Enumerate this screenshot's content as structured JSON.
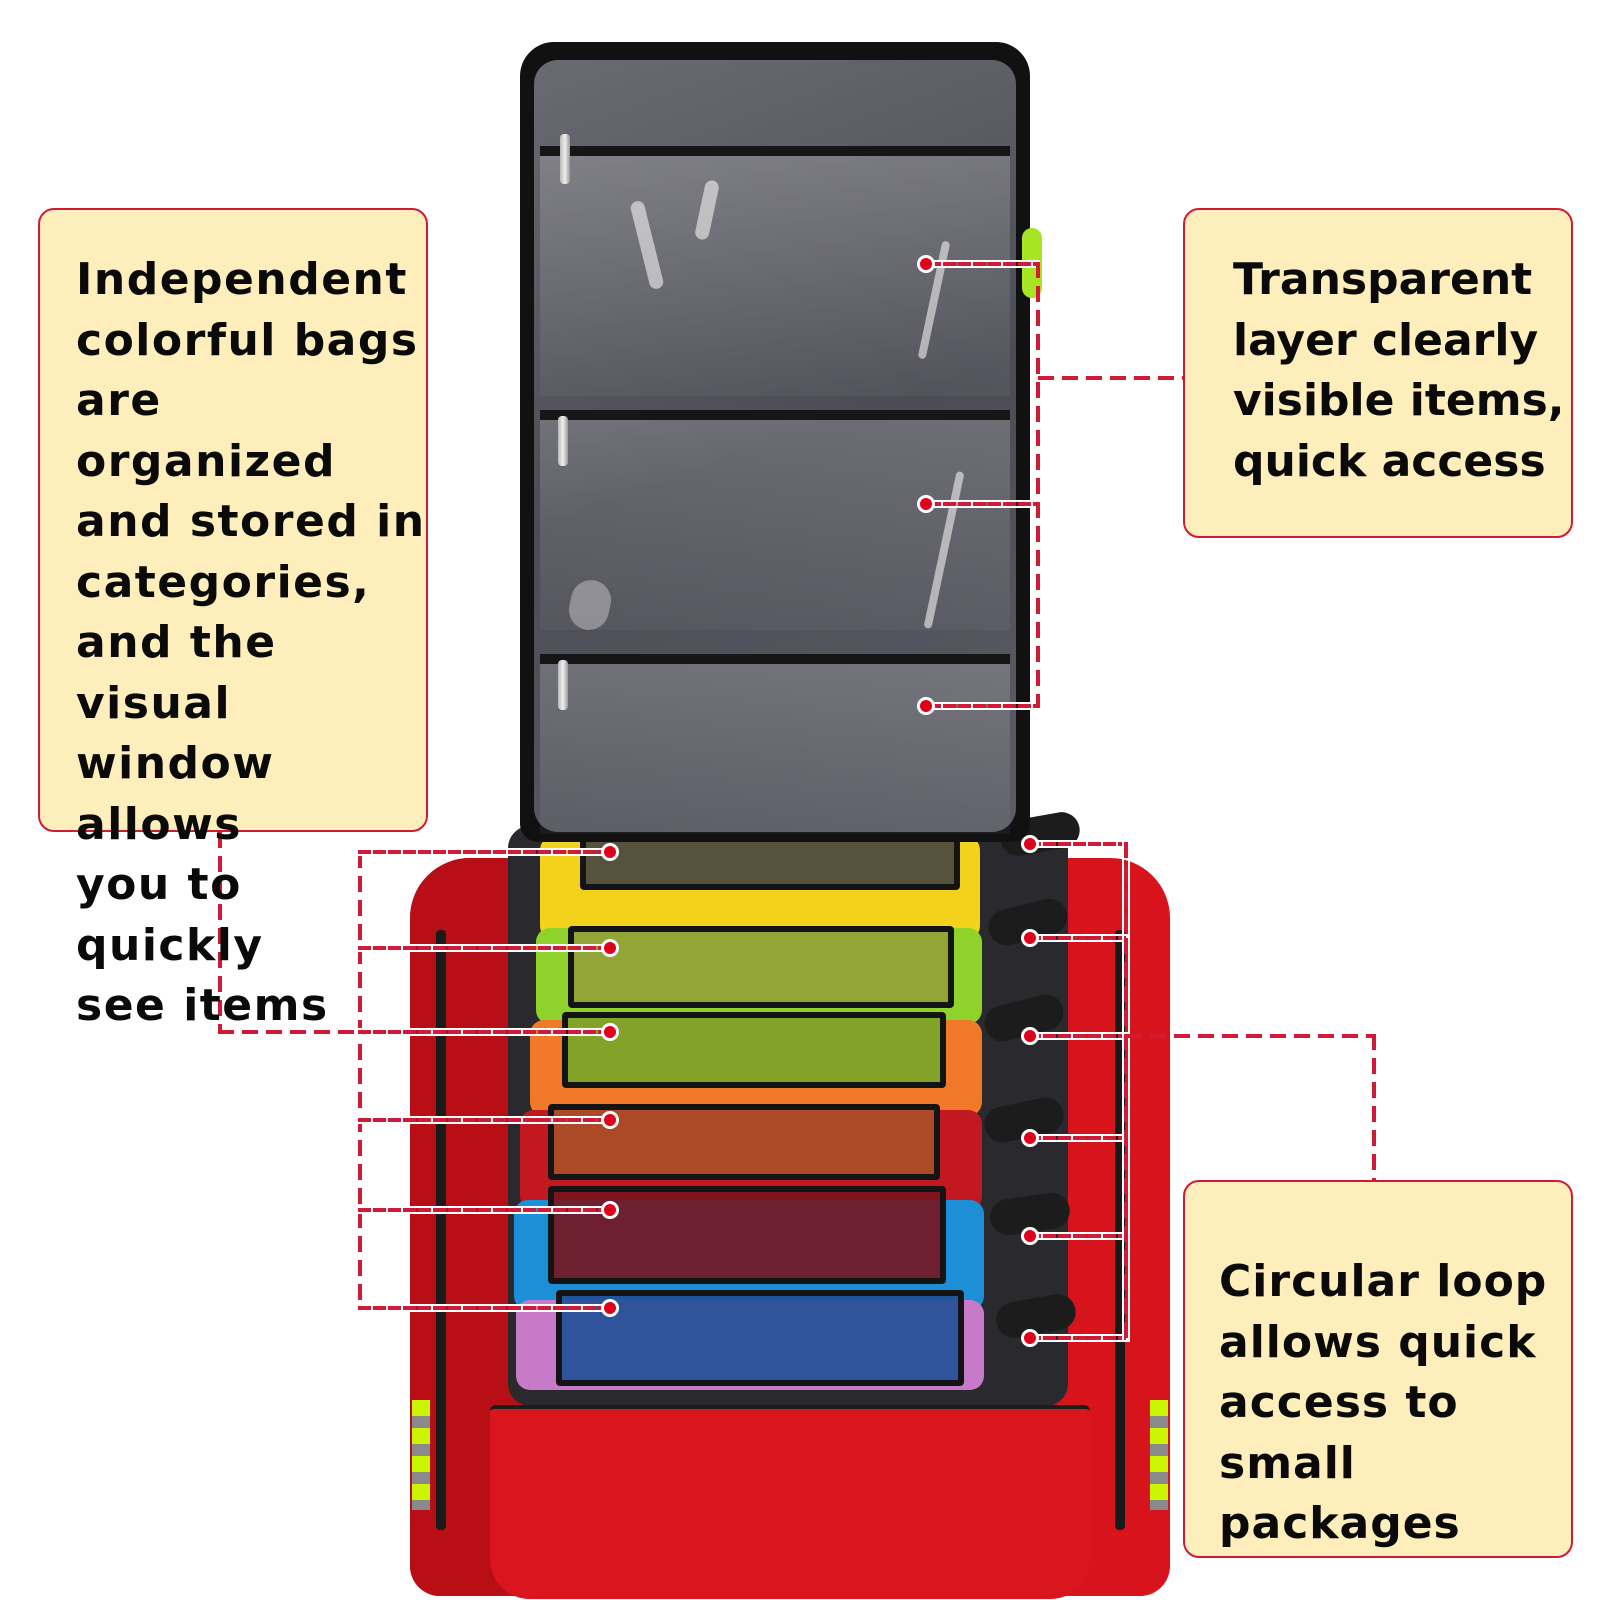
{
  "callouts": {
    "left": {
      "text": "Independent\ncolorful bags\nare organized\nand stored in\ncategories,\nand the visual\nwindow allows\nyou to quickly\nsee items"
    },
    "top_right": {
      "text": "Transparent\nlayer clearly\nvisible items,\nquick access"
    },
    "bottom_right": {
      "text": "Circular loop\nallows quick\naccess to small\npackages"
    }
  },
  "colors": {
    "callout_bg": "#fdeebb",
    "callout_border": "#d11a35",
    "connector": "#d11a35",
    "bag_red": "#d7141c",
    "reflective": "#c9f500"
  },
  "product": {
    "subject": "red medical backpack with open lid",
    "lid_pockets": 3,
    "pouches": [
      {
        "color": "yellow",
        "hex": "#f2d21b"
      },
      {
        "color": "green",
        "hex": "#8fd22b"
      },
      {
        "color": "orange",
        "hex": "#f07a2a"
      },
      {
        "color": "red",
        "hex": "#b8141e"
      },
      {
        "color": "blue",
        "hex": "#1d8fd6"
      },
      {
        "color": "purple",
        "hex": "#c77ac8"
      }
    ],
    "loops": 6
  }
}
